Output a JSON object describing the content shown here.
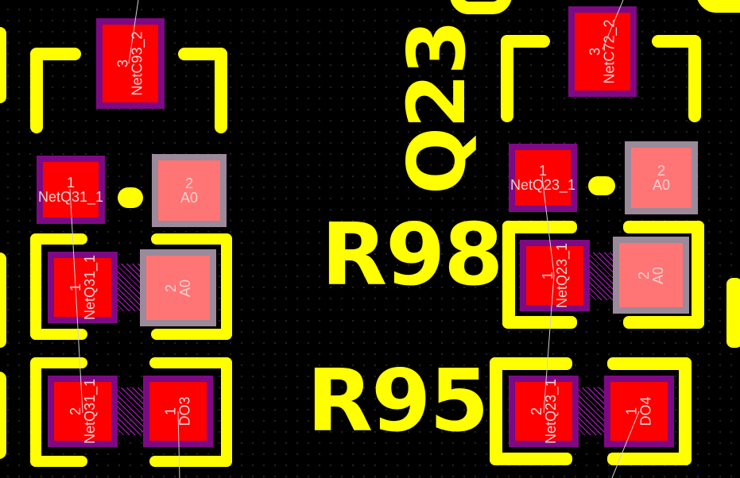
{
  "designators": {
    "q23": "Q23",
    "r98": "R98",
    "r95": "R95"
  },
  "pads": {
    "c93_3": {
      "num": "3",
      "net": "NetC93_2"
    },
    "c72_3": {
      "num": "3",
      "net": "NetC72_2"
    },
    "q31_1": {
      "num": "1",
      "net": "NetQ31_1"
    },
    "q31_2": {
      "num": "2",
      "net": "A0"
    },
    "q23_1": {
      "num": "1",
      "net": "NetQ23_1"
    },
    "q23_2": {
      "num": "2",
      "net": "A0"
    },
    "rl_top_1": {
      "num": "1",
      "net": "NetQ31_1"
    },
    "rl_top_2": {
      "num": "2",
      "net": "A0"
    },
    "rl_bot_1": {
      "num": "2",
      "net": "NetQ31_1"
    },
    "rl_bot_2": {
      "num": "1",
      "net": "DO3"
    },
    "r98_1": {
      "num": "1",
      "net": "NetQ23_1"
    },
    "r98_2": {
      "num": "2",
      "net": "A0"
    },
    "r95_1": {
      "num": "2",
      "net": "NetQ23_1"
    },
    "r95_2": {
      "num": "1",
      "net": "DO4"
    }
  },
  "colors": {
    "background": "#000000",
    "silkscreen": "#ffff00",
    "pad_copper": "#ff0000",
    "pad_border": "#7d0a84",
    "pad_gnd": "#ff7575",
    "pad_gnd_border": "#9a8a9a"
  }
}
